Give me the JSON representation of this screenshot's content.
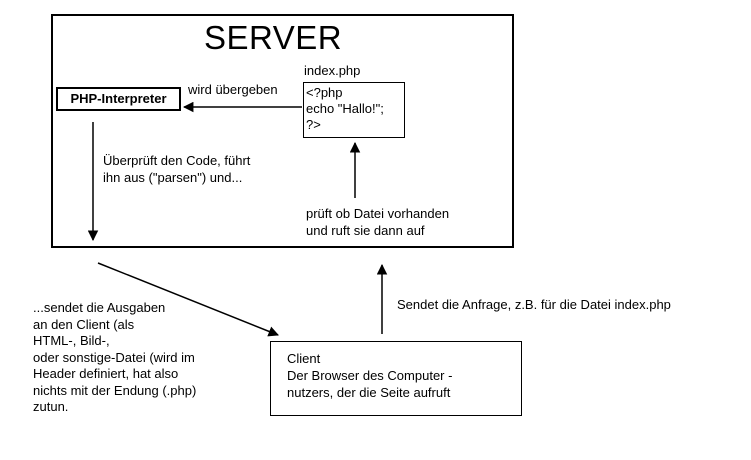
{
  "server": {
    "title": "SERVER",
    "interpreter_label": "PHP-Interpreter",
    "file_name": "index.php",
    "code_lines": [
      "<?php",
      "echo \"Hallo!\";",
      "?>"
    ],
    "handover_label": "wird übergeben",
    "check_label": [
      "Überprüft den Code, führt",
      "ihn aus (\"parsen\") und..."
    ],
    "file_check_label": [
      "prüft ob Datei vorhanden",
      "und ruft sie dann auf"
    ]
  },
  "client": {
    "lines": [
      "Client",
      "Der Browser des Computer -",
      "nutzers, der die Seite aufruft"
    ]
  },
  "request_label": "Sendet die Anfrage, z.B. für die Datei index.php",
  "response_label": [
    "...sendet die Ausgaben",
    "an den Client (als",
    "HTML-, Bild-,",
    "oder sonstige-Datei (wird im",
    "Header definiert, hat also",
    "nichts mit der Endung (.php)",
    "zutun."
  ]
}
